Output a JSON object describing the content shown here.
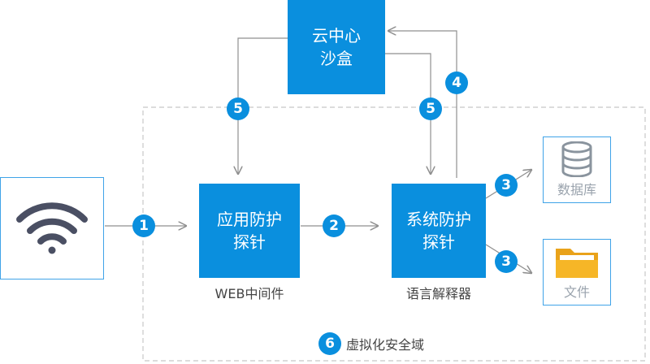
{
  "nodes": {
    "cloud_sandbox": {
      "line1": "云中心",
      "line2": "沙盒"
    },
    "app_probe": {
      "line1": "应用防护",
      "line2": "探针",
      "caption": "WEB中间件"
    },
    "sys_probe": {
      "line1": "系统防护",
      "line2": "探针",
      "caption": "语言解释器"
    },
    "database": {
      "label": "数据库"
    },
    "file": {
      "label": "文件"
    },
    "wifi": {
      "icon": "wifi-icon"
    }
  },
  "steps": {
    "s1": "1",
    "s2": "2",
    "s3a": "3",
    "s3b": "3",
    "s4": "4",
    "s5a": "5",
    "s5b": "5",
    "s6": "6"
  },
  "zone_label": "虚拟化安全域",
  "colors": {
    "accent": "#0a8fde",
    "outline": "#3fa3e8",
    "line": "#8f8f8f",
    "dashed": "#c8c8c8"
  }
}
